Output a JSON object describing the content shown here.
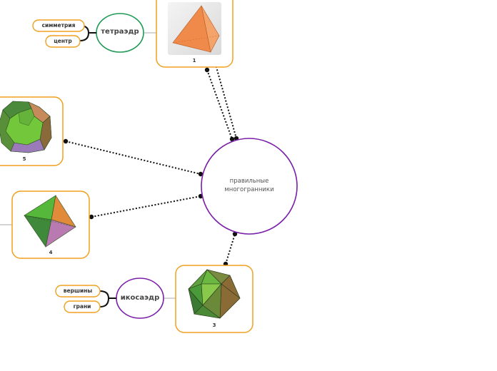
{
  "center": {
    "line1": "правильные",
    "line2": "многогранники"
  },
  "tetra": {
    "title": "тетраэдр",
    "sub1": "симметрия",
    "sub2": "центр",
    "num": "1"
  },
  "ico": {
    "title": "икосаэдр",
    "sub1": "вершины",
    "sub2": "грани",
    "num": "3"
  },
  "octa": {
    "num": "4"
  },
  "dodeca": {
    "num": "5"
  },
  "colors": {
    "purple": "#7a1fa8",
    "green": "#1f9a55",
    "orange": "#f0a020"
  }
}
